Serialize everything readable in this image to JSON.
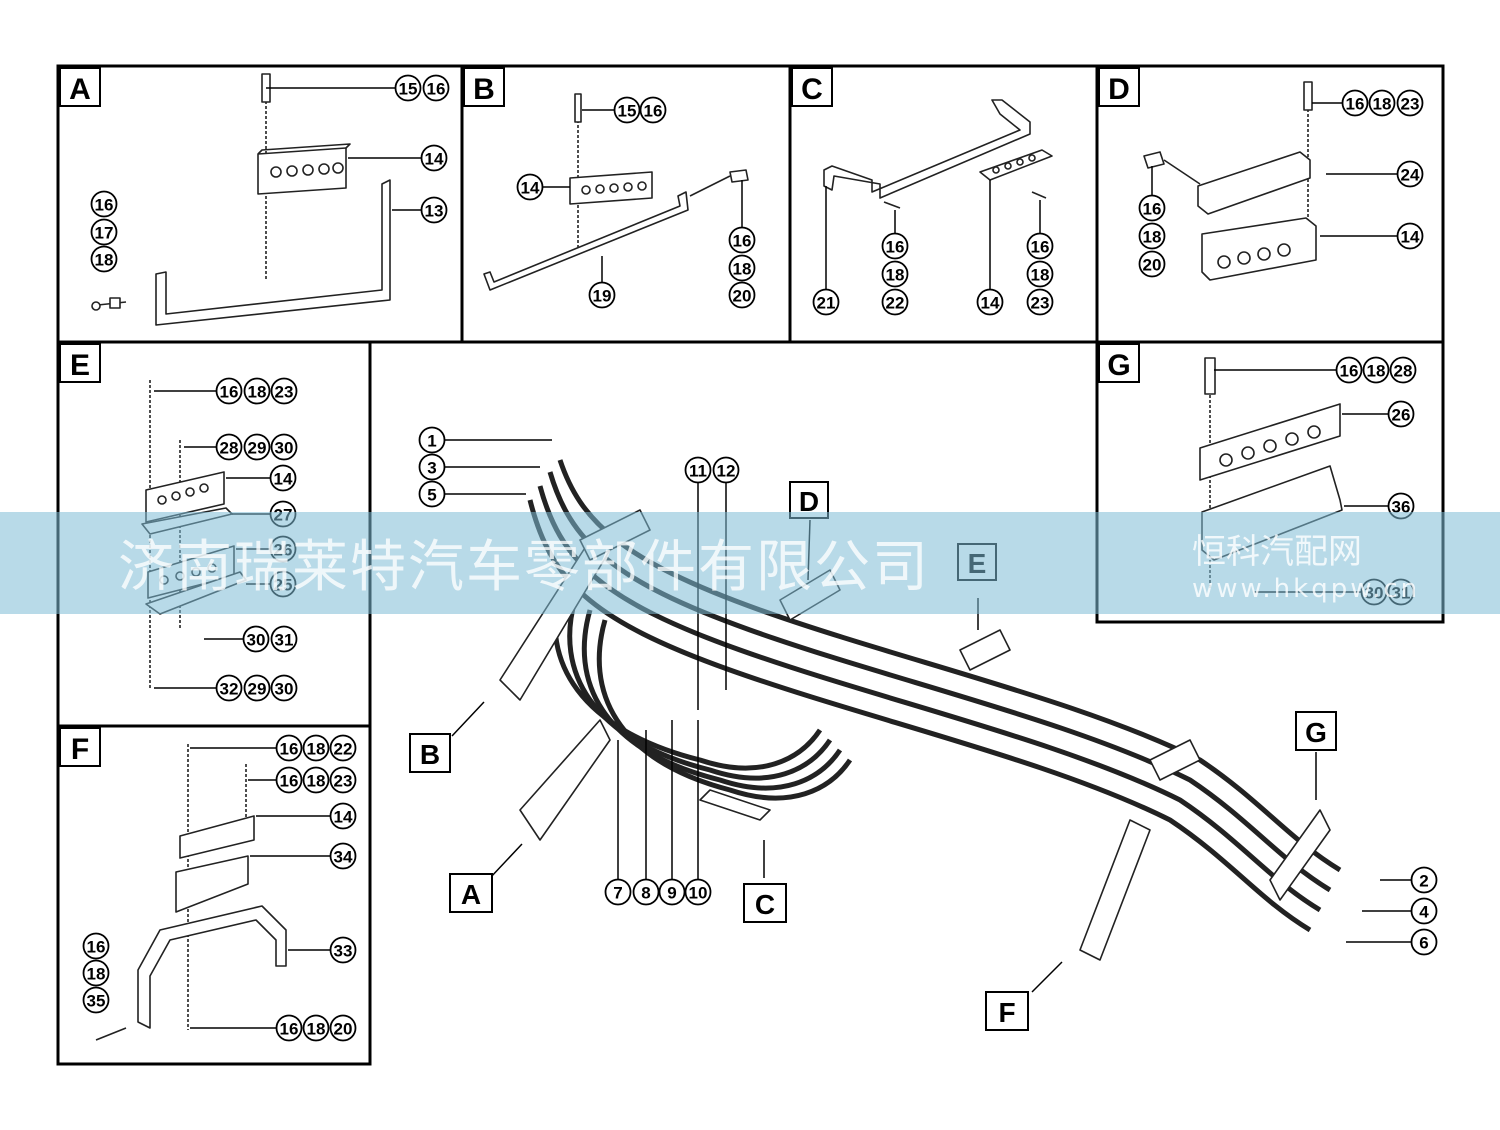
{
  "diagram": {
    "panels": [
      "A",
      "B",
      "C",
      "D",
      "E",
      "F",
      "G"
    ],
    "main_callouts": [
      "1",
      "3",
      "5",
      "11",
      "12",
      "7",
      "8",
      "9",
      "10",
      "2",
      "4",
      "6"
    ],
    "main_view_letters": [
      "D",
      "E",
      "G",
      "B",
      "A",
      "C",
      "F"
    ],
    "panel_a": {
      "callouts": [
        "15",
        "16",
        "14",
        "13",
        "16",
        "17",
        "18"
      ]
    },
    "panel_b": {
      "callouts": [
        "15",
        "16",
        "14",
        "16",
        "18",
        "20",
        "19"
      ]
    },
    "panel_c": {
      "callouts": [
        "16",
        "18",
        "22",
        "16",
        "18",
        "23",
        "21",
        "14"
      ]
    },
    "panel_d": {
      "callouts": [
        "16",
        "18",
        "23",
        "24",
        "14",
        "16",
        "18",
        "20"
      ]
    },
    "panel_e": {
      "callouts": [
        "16",
        "18",
        "23",
        "28",
        "29",
        "30",
        "14",
        "27",
        "26",
        "25",
        "30",
        "31",
        "32",
        "29",
        "30"
      ]
    },
    "panel_f": {
      "callouts": [
        "16",
        "18",
        "22",
        "16",
        "18",
        "23",
        "14",
        "34",
        "33",
        "16",
        "18",
        "35",
        "16",
        "18",
        "20"
      ]
    },
    "panel_g": {
      "callouts": [
        "16",
        "18",
        "28",
        "26",
        "36",
        "30",
        "31"
      ]
    }
  },
  "watermark": {
    "company": "济南瑞莱特汽车零部件有限公司",
    "site_name": "恒科汽配网",
    "site_url": "www.hkqpw.cn",
    "banner_color": "#7ebcd6"
  }
}
